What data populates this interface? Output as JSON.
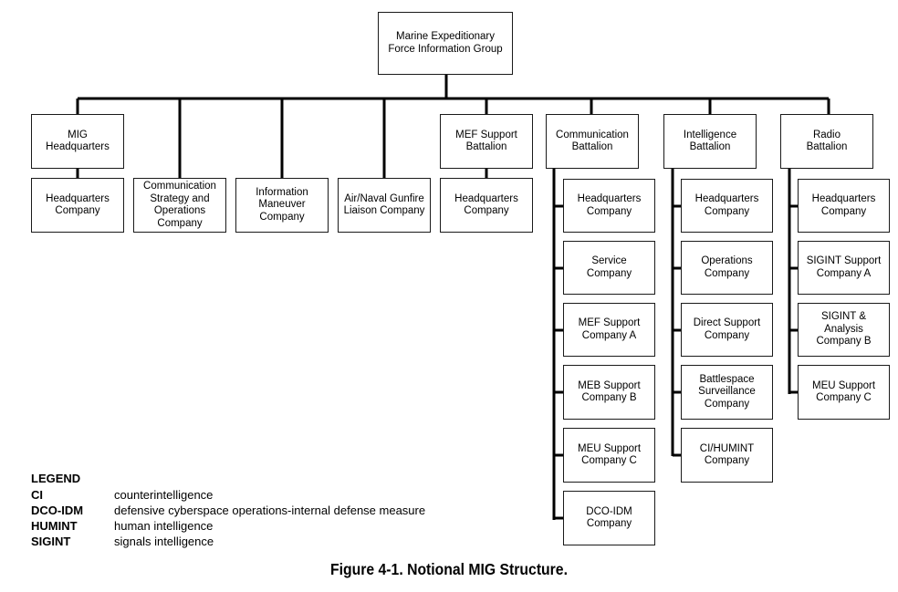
{
  "root": "Marine Expeditionary\nForce Information Group",
  "top_units": {
    "mig_hq": "MIG\nHeadquarters",
    "comm_strategy": "Communication\nStrategy and\nOperations\nCompany",
    "info_maneuver": "Information\nManeuver\nCompany",
    "anglico": "Air/Naval Gunfire\nLiaison Company",
    "mef_support": "MEF Support\nBattalion",
    "comm_bn": "Communication\nBattalion",
    "intel_bn": "Intelligence\nBattalion",
    "radio_bn": "Radio\nBattalion"
  },
  "subunits": {
    "mig_hq": [
      "Headquarters\nCompany"
    ],
    "mef_support": [
      "Headquarters\nCompany"
    ],
    "comm_bn": [
      "Headquarters\nCompany",
      "Service\nCompany",
      "MEF Support\nCompany A",
      "MEB Support\nCompany B",
      "MEU Support\nCompany C",
      "DCO-IDM\nCompany"
    ],
    "intel_bn": [
      "Headquarters\nCompany",
      "Operations\nCompany",
      "Direct Support\nCompany",
      "Battlespace\nSurveillance\nCompany",
      "CI/HUMINT\nCompany"
    ],
    "radio_bn": [
      "Headquarters\nCompany",
      "SIGINT Support\nCompany A",
      "SIGINT &\nAnalysis\nCompany B",
      "MEU Support\nCompany C"
    ]
  },
  "legend": {
    "title": "LEGEND",
    "entries": [
      {
        "abbr": "CI",
        "definition": "counterintelligence"
      },
      {
        "abbr": "DCO-IDM",
        "definition": "defensive cyberspace operations-internal defense measure"
      },
      {
        "abbr": "HUMINT",
        "definition": "human intelligence"
      },
      {
        "abbr": "SIGINT",
        "definition": "signals intelligence"
      }
    ]
  },
  "caption": "Figure 4-1. Notional MIG Structure."
}
